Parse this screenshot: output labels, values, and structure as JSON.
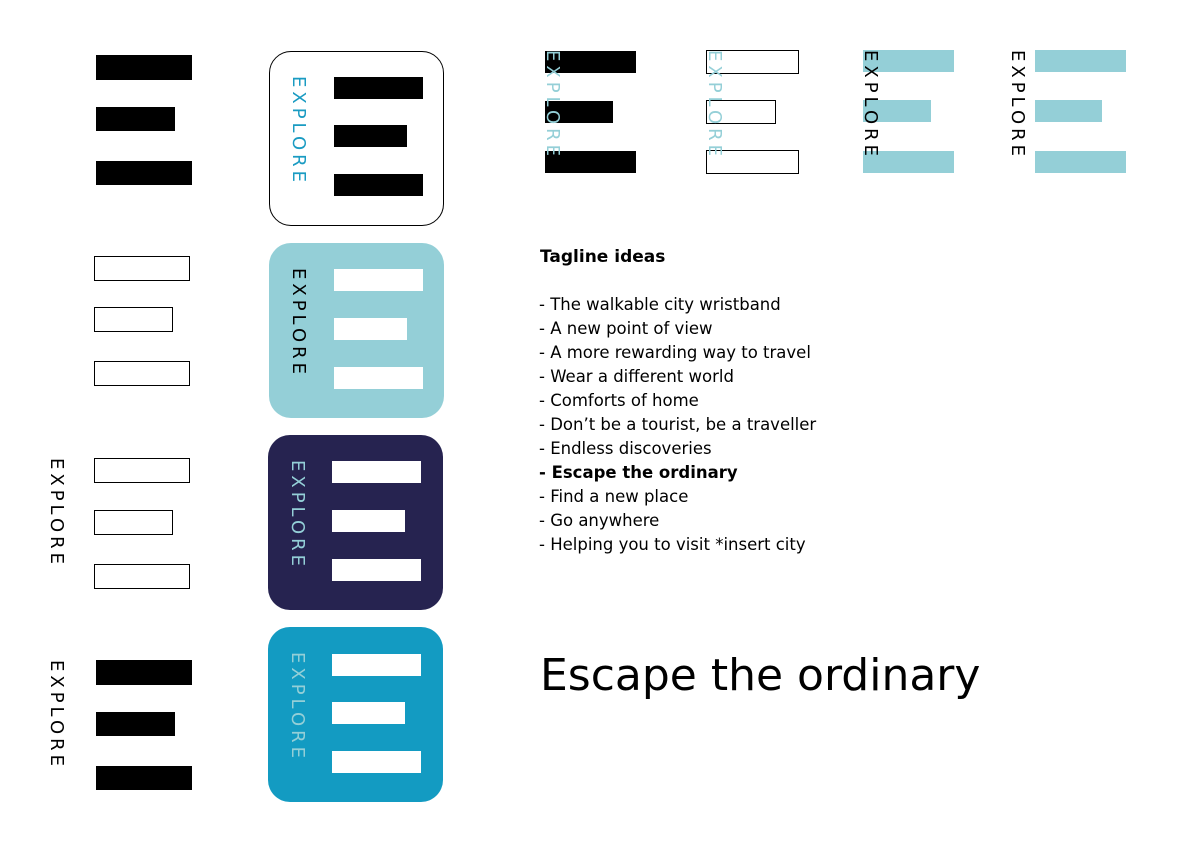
{
  "brand": {
    "wordmark": "EXPLORE",
    "colors": {
      "black": "#000000",
      "white": "#ffffff",
      "light_teal": "#94cfd7",
      "navy": "#262350",
      "blue": "#139bc2",
      "teal_text": "#1a9bc2"
    }
  },
  "taglines": {
    "title": "Tagline ideas",
    "items": [
      {
        "text": "- The walkable city wristband",
        "bold": false
      },
      {
        "text": "- A new point of view",
        "bold": false
      },
      {
        "text": "- A more rewarding way to travel",
        "bold": false
      },
      {
        "text": "- Wear a different world",
        "bold": false
      },
      {
        "text": "- Comforts of home",
        "bold": false
      },
      {
        "text": "- Don’t be a tourist, be a traveller",
        "bold": false
      },
      {
        "text": "- Endless discoveries",
        "bold": false
      },
      {
        "text": "- Escape the ordinary",
        "bold": true
      },
      {
        "text": "- Find a new place",
        "bold": false
      },
      {
        "text": "- Go anywhere",
        "bold": false
      },
      {
        "text": "- Helping you to visit *insert city",
        "bold": false
      }
    ],
    "selected": "Escape the ordinary"
  }
}
